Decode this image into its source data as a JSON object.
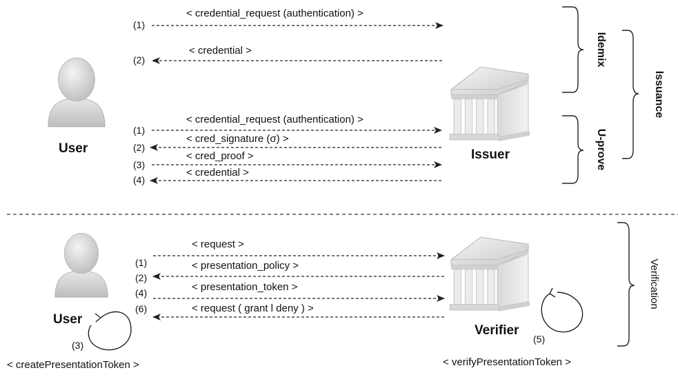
{
  "issuance": {
    "user_label": "User",
    "issuer_label": "Issuer",
    "bracket_issuance": "Issuance",
    "bracket_idemix": "Idemix",
    "bracket_uprove": "U-prove",
    "idemix": {
      "num1": "(1)",
      "num2": "(2)",
      "msg1": "< credential_request (authentication) >",
      "msg2": "< credential >"
    },
    "uprove": {
      "num1": "(1)",
      "num2": "(2)",
      "num3": "(3)",
      "num4": "(4)",
      "msg_header": "< credential_request (authentication) >",
      "msg2": "< cred_signature (σ) >",
      "msg3": "< cred_proof >",
      "msg4": "< credential >"
    }
  },
  "verification": {
    "user_label": "User",
    "verifier_label": "Verifier",
    "bracket_verification": "Verification",
    "num1": "(1)",
    "num2": "(2)",
    "num4": "(4)",
    "num6": "(6)",
    "num3": "(3)",
    "num5": "(5)",
    "msg_request": "< request >",
    "msg_policy": "< presentation_policy >",
    "msg_token": "< presentation_token >",
    "msg_grant": "< request ( grant l deny ) >",
    "user_op": "< createPresentationToken >",
    "verifier_op": "< verifyPresentationToken >"
  },
  "icons": [
    "user-avatar-icon",
    "building-icon",
    "self-loop-arrow-icon"
  ],
  "colors": {
    "line": "#222222",
    "avatar": "#d4d4d4",
    "building": "#e2e2e2"
  }
}
